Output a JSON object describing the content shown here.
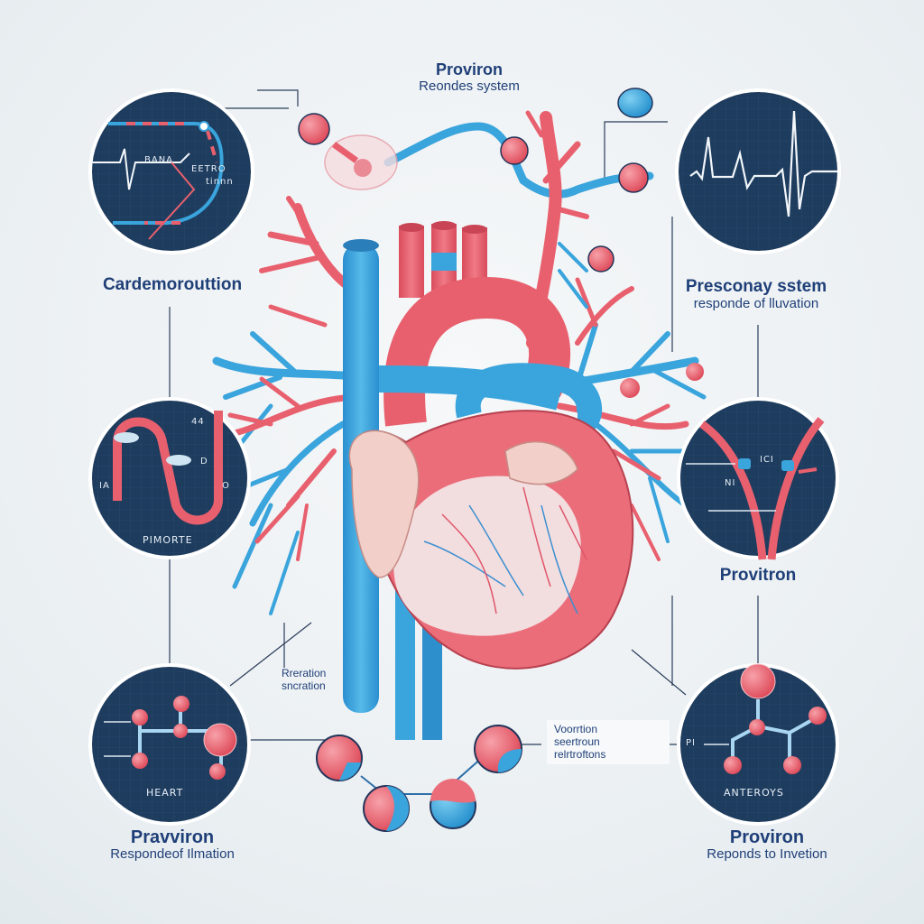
{
  "diagram": {
    "subject": "Heart and vascular system infographic",
    "colors": {
      "background": "#eef2f4",
      "circle_fill": "#1e3c5e",
      "artery_red": "#e8606e",
      "vein_blue": "#3aa4dc",
      "text_navy": "#1f3f78",
      "line_white": "#f2f6fa"
    },
    "top_label": {
      "title": "Proviron",
      "subtitle": "Reondes system"
    },
    "left_top_label": {
      "title": "Cardemorouttion"
    },
    "right_top_label": {
      "title": "Presconay sstem",
      "subtitle": "responde of lluvation"
    },
    "right_mid_label": {
      "title": "Provitron"
    },
    "bottom_left_label": {
      "title": "Pravviron",
      "subtitle": "Respondeof Ilmation"
    },
    "bottom_right_label": {
      "title": "Proviron",
      "subtitle": "Reponds to Invetion"
    },
    "callouts": {
      "left": {
        "line1": "Rreration",
        "line2": "sncration"
      },
      "right": {
        "line1": "Voorrtion",
        "line2": "seertroun",
        "line3": "relrtroftons"
      }
    },
    "circles": {
      "top_left": {
        "content": "ecg-catheter",
        "labels": [
          "BANA",
          "EETRO",
          "tinnn"
        ]
      },
      "mid_left": {
        "content": "u-shaped-vessel",
        "labels": [
          "IA",
          "44",
          "D",
          "O"
        ],
        "caption": "PIMORTE"
      },
      "bottom_left": {
        "content": "molecule",
        "caption": "HEART"
      },
      "top_right": {
        "content": "ecg-waveform"
      },
      "mid_right": {
        "content": "y-shaped-arteries",
        "labels": [
          "ICI",
          "NI"
        ]
      },
      "bottom_right": {
        "content": "molecule",
        "labels": [
          "PI"
        ],
        "caption": "ANTEROYS"
      }
    }
  }
}
